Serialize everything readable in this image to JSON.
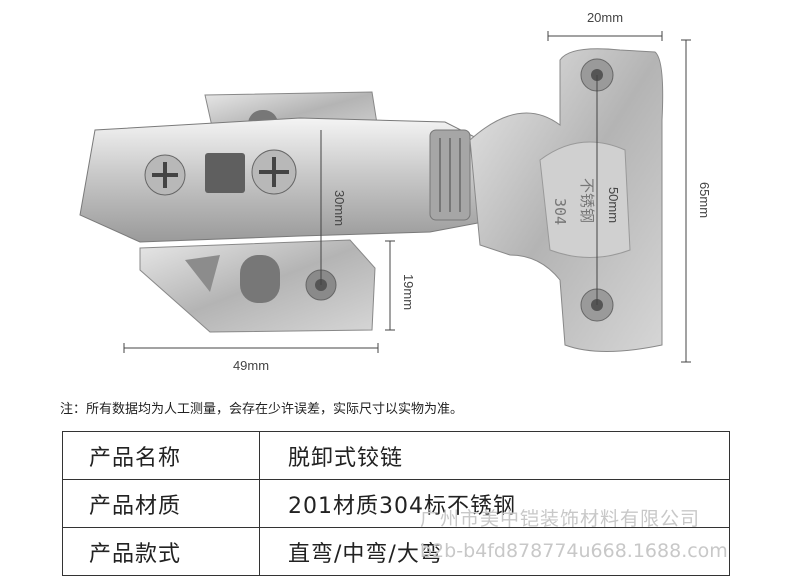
{
  "dimensions": {
    "top_width": "20mm",
    "bottom_width": "49mm",
    "height_total": "65mm",
    "hole_spacing": "50mm",
    "arm_height": "30mm",
    "plate_height": "19mm"
  },
  "cup_stamp": {
    "material_text": "不锈钢",
    "grade": "304"
  },
  "note": "注：所有数据均为人工测量，会存在少许误差，实际尺寸以实物为准。",
  "spec_table": [
    {
      "label": "产品名称",
      "value": "脱卸式铰链"
    },
    {
      "label": "产品材质",
      "value": "201材质304标不锈钢"
    },
    {
      "label": "产品款式",
      "value": "直弯/中弯/大弯"
    }
  ],
  "watermark": {
    "company": "广州市美中铠装饰材料有限公司",
    "site": "b2b-b4fd878774u668.1688.com"
  }
}
